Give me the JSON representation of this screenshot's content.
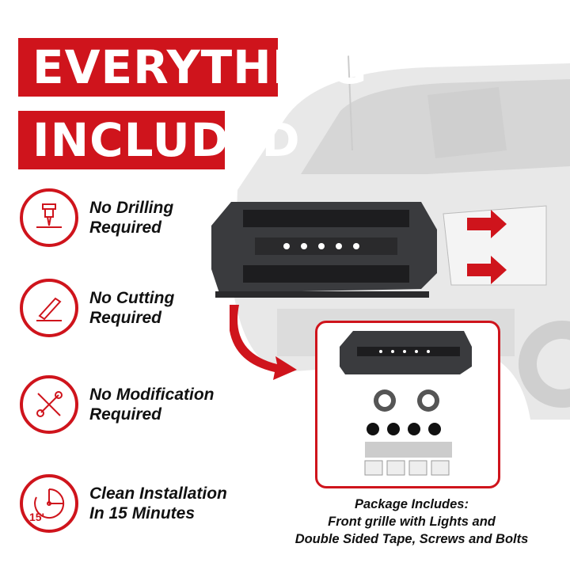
{
  "headline": {
    "line1": "EVERYTHING",
    "line2": "INCLUDED"
  },
  "features": [
    {
      "icon": "drill-icon",
      "line1": "No Drilling",
      "line2": "Required"
    },
    {
      "icon": "box-cutter-icon",
      "line1": "No Cutting",
      "line2": "Required"
    },
    {
      "icon": "wrench-screwdriver-icon",
      "line1": "No Modification",
      "line2": "Required"
    },
    {
      "icon": "clock-15-icon",
      "line1": "Clean Installation",
      "line2": "In 15 Minutes",
      "clock_label": "15'"
    }
  ],
  "package": {
    "title": "Package Includes:",
    "line1": "Front grille with Lights and",
    "line2": "Double Sided Tape, Screws and Bolts"
  },
  "colors": {
    "accent": "#cf141c",
    "text": "#111111"
  }
}
